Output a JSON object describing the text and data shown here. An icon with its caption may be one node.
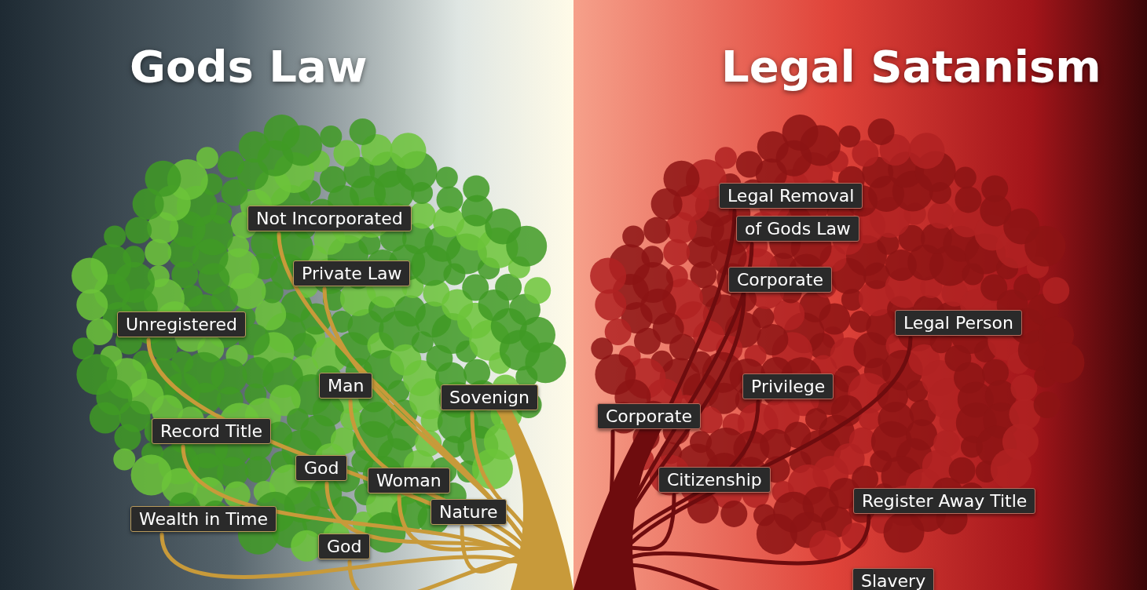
{
  "diagram": {
    "nodes": [
      {
        "text": [
          "Gods Law"
        ]
      },
      {
        "text": [
          "Not Incorporated"
        ],
        "in": 0
      },
      {
        "text": [
          "Private Law"
        ],
        "in": 0
      },
      {
        "text": [
          "Unregistered"
        ],
        "in": 0
      },
      {
        "text": [
          "Man"
        ],
        "in": 0
      },
      {
        "text": [
          "Sovenign"
        ],
        "in": 0
      },
      {
        "text": [
          "Record Title"
        ],
        "in": 0
      },
      {
        "text": [
          "God"
        ],
        "in": 0
      },
      {
        "text": [
          "Woman"
        ],
        "in": 0
      },
      {
        "text": [
          "Wealth in Time"
        ],
        "in": 0
      },
      {
        "text": [
          "Nature"
        ],
        "in": 0
      },
      {
        "text": [
          "God"
        ],
        "in": 0
      },
      {
        "text": [
          "Legal Satanism"
        ]
      },
      {
        "text": [
          "Legal Removal"
        ],
        "in": 12
      },
      {
        "text": [
          "of Gods Law"
        ],
        "in": 12
      },
      {
        "text": [
          "Corporate"
        ],
        "in": 12
      },
      {
        "text": [
          "Legal Person"
        ],
        "in": 12
      },
      {
        "text": [
          "Privilege"
        ],
        "in": 12
      },
      {
        "text": [
          "Corporate"
        ],
        "in": 12
      },
      {
        "text": [
          "Citizenship"
        ],
        "in": 12
      },
      {
        "text": [
          "Register Away Title"
        ],
        "in": 12
      },
      {
        "text": [
          "Slavery"
        ],
        "in": 12
      }
    ]
  }
}
